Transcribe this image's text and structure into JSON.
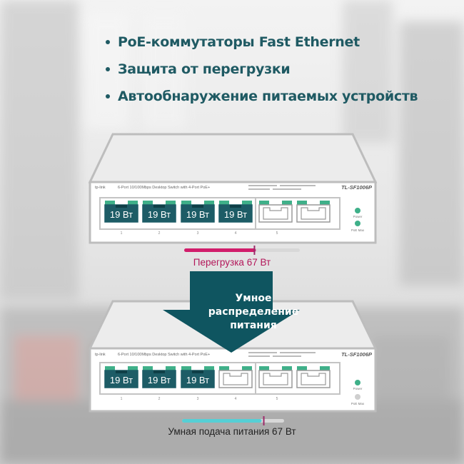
{
  "bullets": [
    "PoE-коммутаторы Fast Ethernet",
    "Защита от перегрузки",
    "Автообнаружение питаемых устройств"
  ],
  "switch": {
    "brand": "tp-link",
    "description": "6-Port 10/100Mbps Desktop Switch with 4-Port PoE+",
    "model": "TL-SF1006P",
    "led_power": "Power",
    "led_poe_max": "PoE Max",
    "port_numbers": [
      "1",
      "2",
      "3",
      "4",
      "5"
    ]
  },
  "top_switch": {
    "powered_port_label": "19 Вт",
    "powered_ports": 4,
    "overload_label": "Перегрузка 67 Вт",
    "bar_fill": 0.62
  },
  "arrow": {
    "lines": [
      "Умное",
      "распределение",
      "питания"
    ]
  },
  "bottom_switch": {
    "powered_port_label": "19 Вт",
    "powered_ports": 3,
    "smart_label": "Умная подача питания 67 Вт",
    "bar_fill": 0.78
  },
  "colors": {
    "teal_text": "#1f5a63",
    "port_teal": "#1d5c66",
    "arrow_teal": "#0f5560",
    "led_green": "#3fb089",
    "overload_pink": "#d11d6b",
    "smart_cyan": "#56cfd5",
    "marker_purple": "#9c2a6b"
  }
}
